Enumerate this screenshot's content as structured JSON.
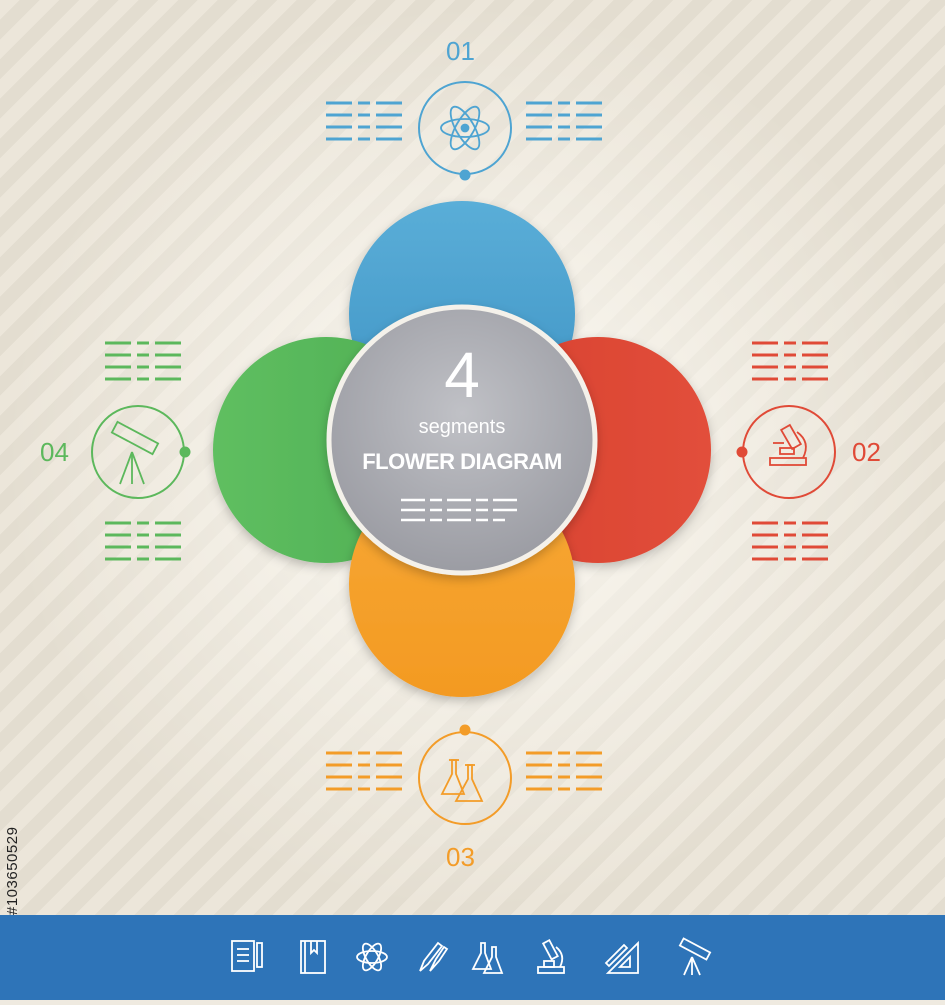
{
  "center": {
    "number": "4",
    "subtitle": "segments",
    "title": "FLOWER DIAGRAM"
  },
  "segments": [
    {
      "label": "01",
      "color": "#4ea4d2",
      "icon": "atom-icon"
    },
    {
      "label": "02",
      "color": "#e04a37",
      "icon": "microscope-icon"
    },
    {
      "label": "03",
      "color": "#f39c28",
      "icon": "flasks-icon"
    },
    {
      "label": "04",
      "color": "#5cb85c",
      "icon": "telescope-icon"
    }
  ],
  "center_color": "#a9aab0",
  "footer": {
    "color": "#2e74b8",
    "icons": [
      "document-pen-icon",
      "book-icon",
      "atom-icon",
      "pencils-icon",
      "flasks-icon",
      "microscope-icon",
      "ruler-triangle-icon",
      "telescope-icon"
    ]
  },
  "stock_id": "#103650529"
}
